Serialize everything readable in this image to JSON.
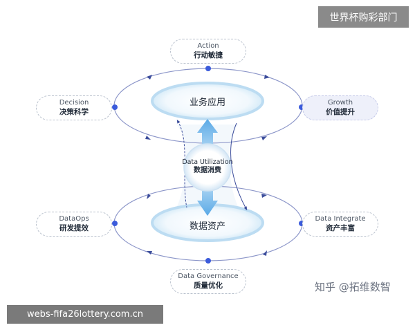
{
  "overlay": {
    "top_banner": "世界杯购彩部门",
    "url": "webs-fifa26lottery.com.cn",
    "credit": "知乎 @拓维数智"
  },
  "rings": {
    "top": "业务应用",
    "bottom": "数据资产"
  },
  "center": {
    "en": "Data Utilization",
    "zh": "数据消费"
  },
  "nodes": {
    "action": {
      "en": "Action",
      "zh": "行动敏捷"
    },
    "decision": {
      "en": "Decision",
      "zh": "决策科学"
    },
    "growth": {
      "en": "Growth",
      "zh": "价值提升"
    },
    "dataops": {
      "en": "DataOps",
      "zh": "研发提效"
    },
    "integrate": {
      "en": "Data Integrate",
      "zh": "资产丰富"
    },
    "governance": {
      "en": "Data Governance",
      "zh": "质量优化"
    }
  },
  "colors": {
    "accent": "#3b5bdb",
    "ring_glow": "#dbeaf7",
    "arrow": "#6cb6e8",
    "orbit": "#8c96c9"
  }
}
